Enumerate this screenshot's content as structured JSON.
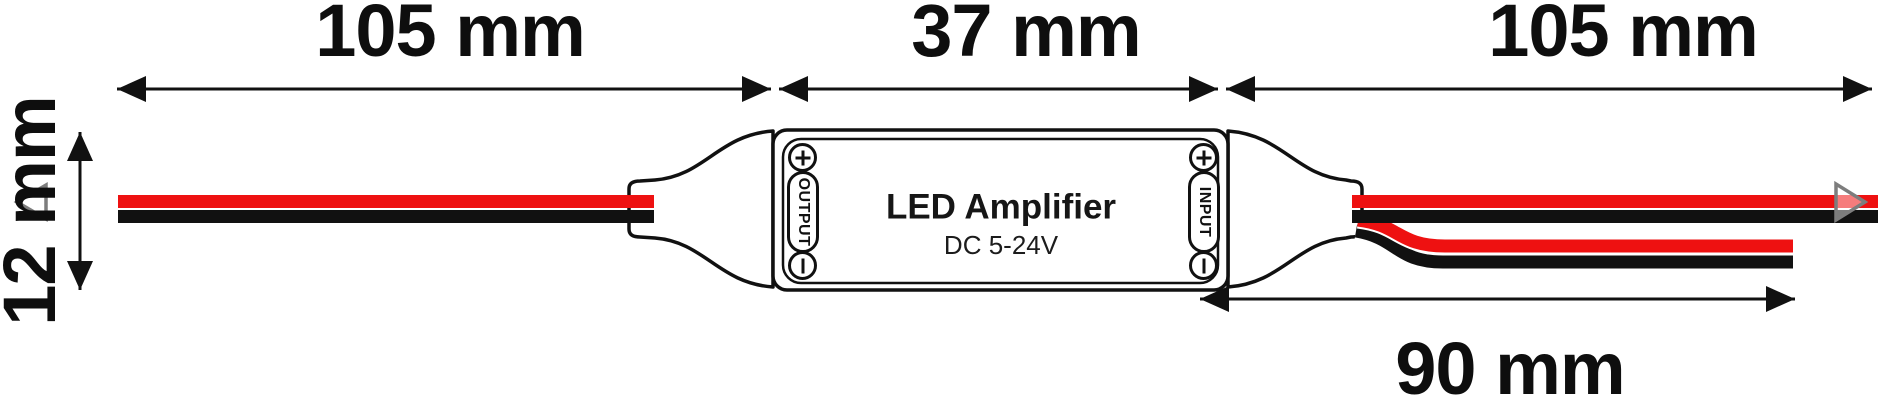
{
  "page": {
    "background": "#ffffff"
  },
  "palette": {
    "outline": "#111111",
    "wire_red": "#ee1111",
    "wire_black": "#111111",
    "nav_arrow_gray": "#7d7d7d"
  },
  "dimension_labels": {
    "cable_left_length": "105 mm",
    "body_length": "37 mm",
    "cable_right_length": "105 mm",
    "body_width": "12 mm",
    "output_cable_length": "90 mm"
  },
  "device": {
    "name": "LED Amplifier",
    "voltage": "DC 5-24V",
    "left_terminal_label": "OUTPUT",
    "right_terminal_label": "INPUT"
  },
  "icons": {
    "plus_terminal": "plus-terminal-icon",
    "minus_terminal": "minus-terminal-icon",
    "nav_left": "nav-arrow-left-icon",
    "nav_right": "nav-arrow-right-icon"
  }
}
